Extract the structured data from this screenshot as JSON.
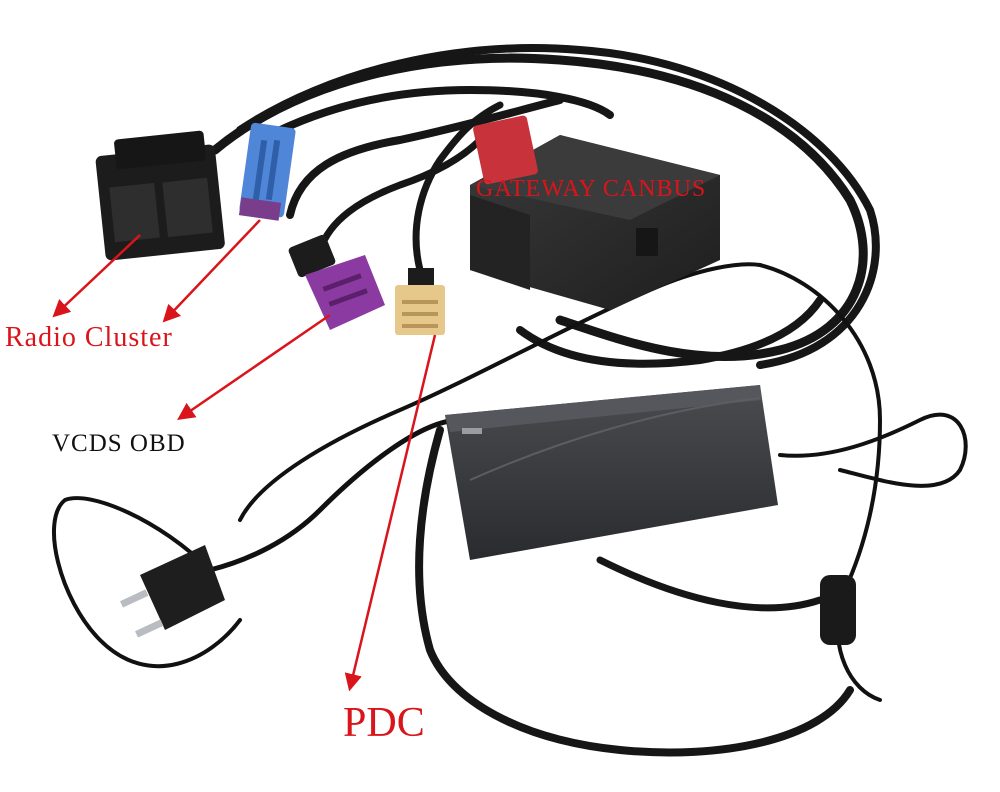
{
  "labels": {
    "radio_cluster": "Radio Cluster",
    "gateway_canbus": "GATEWAY CANBUS",
    "vcds_obd": "VCDS OBD",
    "pdc": "PDC"
  },
  "colors": {
    "background": "#ffffff",
    "annotation_red": "#d9151b",
    "annotation_black": "#111111",
    "cable": "#141414",
    "gateway_box": "#2b2b2b",
    "power_adapter": "#2f3033",
    "connector_black": "#1c1c1c",
    "connector_blue": "#4f86d8",
    "connector_purple": "#8a3aa0",
    "connector_yellow": "#e6c98a",
    "gateway_red_plug": "#c8323a"
  },
  "icons": [
    "arrow-icon",
    "plug-icon"
  ]
}
